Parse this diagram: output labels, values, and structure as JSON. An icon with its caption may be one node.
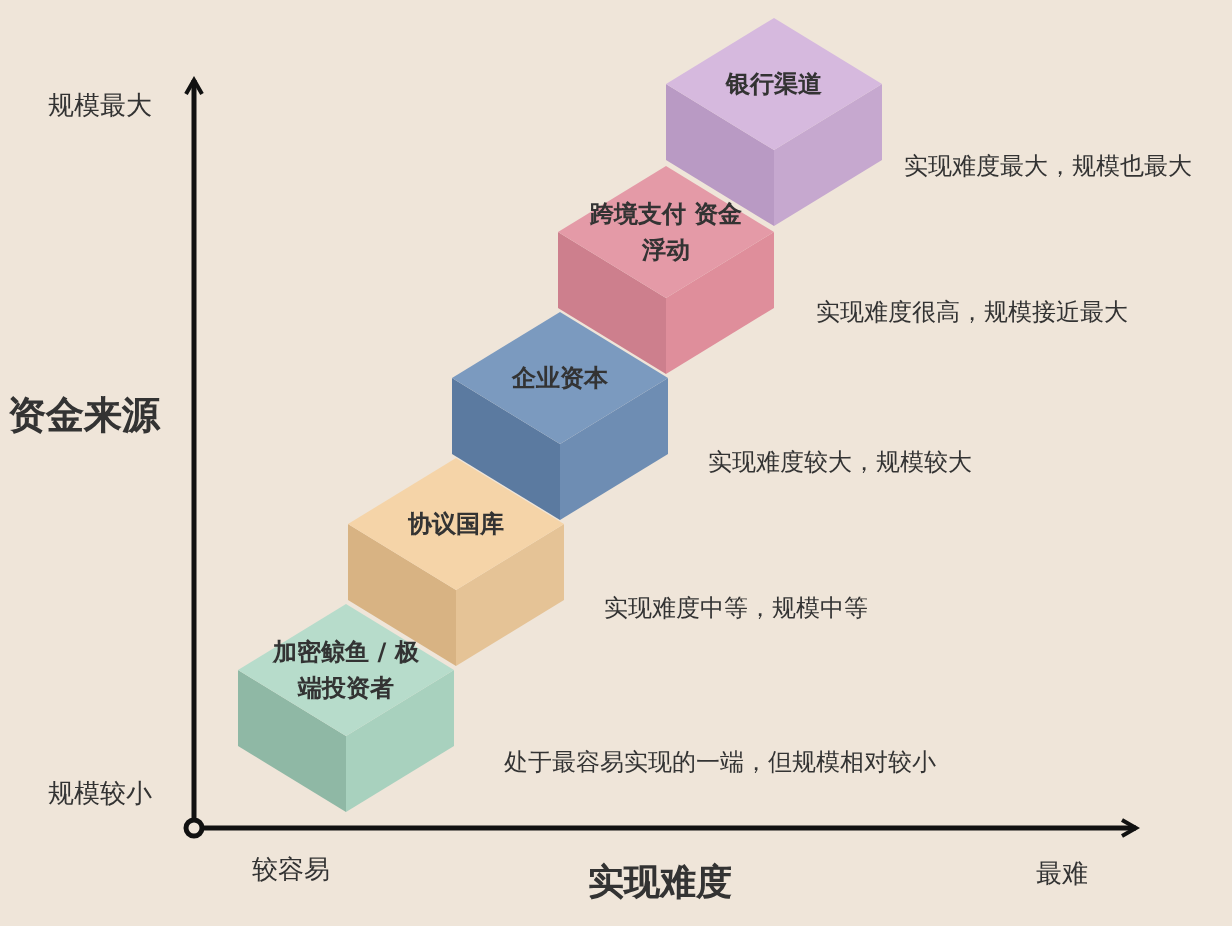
{
  "diagram": {
    "nodes": [
      {
        "text": [
          "加密鲸鱼 / 极端投资者"
        ],
        "beside": [
          "处于最容易实现的一端，但规模相对较小"
        ]
      },
      {
        "text": [
          "协议国库"
        ],
        "beside": [
          "实现难度中等，规模中等"
        ]
      },
      {
        "text": [
          "企业资本"
        ],
        "beside": [
          "实现难度较大，规模较大"
        ]
      },
      {
        "text": [
          "跨境支付 资金浮动"
        ],
        "beside": [
          "实现难度很高，规模接近最大"
        ]
      },
      {
        "text": [
          "银行渠道"
        ],
        "beside": [
          "实现难度最大，规模也最大"
        ]
      }
    ],
    "labels": [
      "规模最大",
      "资金来源",
      "规模较小",
      "较容易",
      "实现难度",
      "最难"
    ]
  }
}
